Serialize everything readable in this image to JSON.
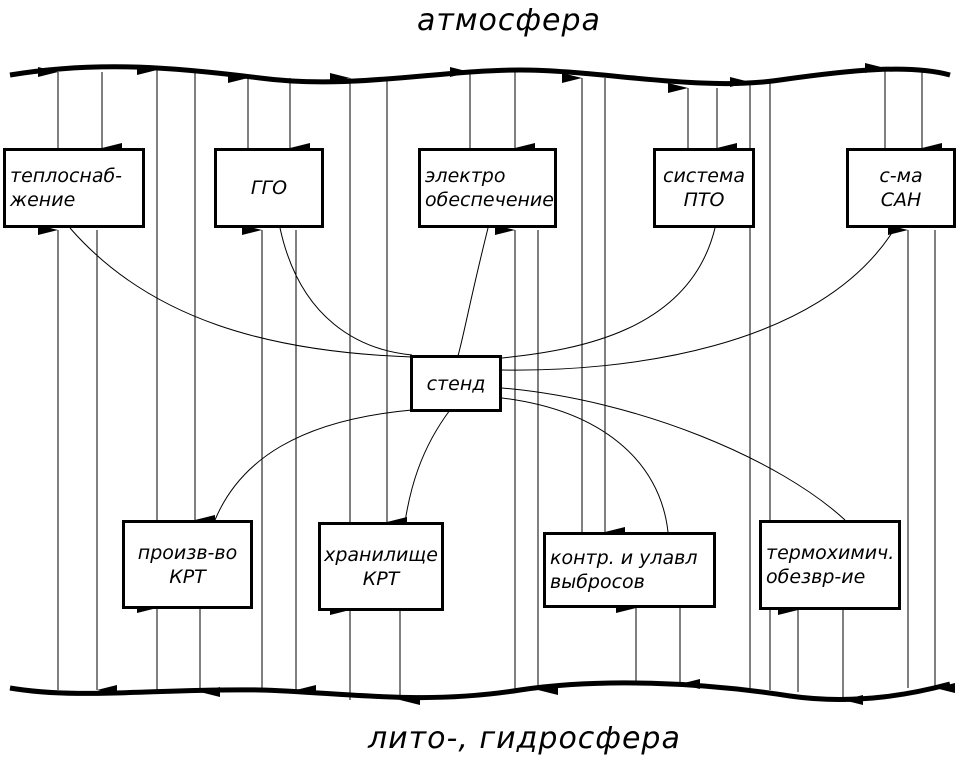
{
  "top_label": "атмосфера",
  "bottom_label": "лито-, гидросфера",
  "boxes": {
    "heat": [
      "теплоснаб-",
      "жение"
    ],
    "ggo": [
      "ГГО"
    ],
    "power": [
      "электро",
      "обеспечение"
    ],
    "pto": [
      "система",
      "ПТО"
    ],
    "san": [
      "с-ма",
      "САН"
    ],
    "stand": [
      "стенд"
    ],
    "prod": [
      "произв-во",
      "КРТ"
    ],
    "storage": [
      "хранилище",
      "КРТ"
    ],
    "control": [
      "контр. и улавл",
      "выбросов"
    ],
    "thermo": [
      "термохимич.",
      "обезвр-ие"
    ]
  }
}
